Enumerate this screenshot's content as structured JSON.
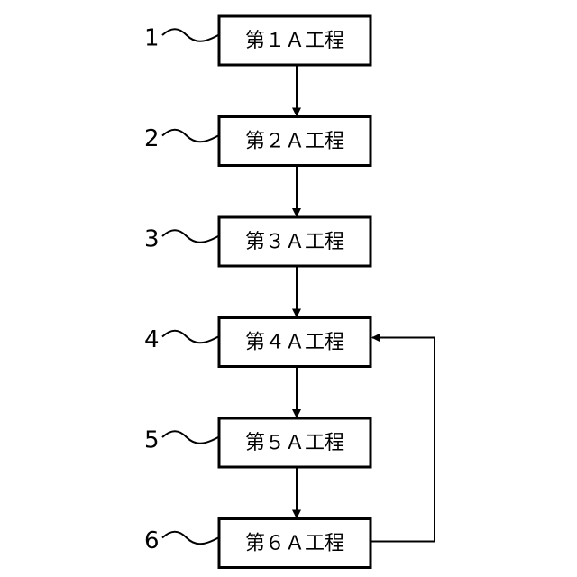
{
  "steps": [
    {
      "ref": "1",
      "label": "第１Ａ工程"
    },
    {
      "ref": "2",
      "label": "第２Ａ工程"
    },
    {
      "ref": "3",
      "label": "第３Ａ工程"
    },
    {
      "ref": "4",
      "label": "第４Ａ工程"
    },
    {
      "ref": "5",
      "label": "第５Ａ工程"
    },
    {
      "ref": "6",
      "label": "第６Ａ工程"
    }
  ],
  "connections": [
    {
      "from": 0,
      "to": 1
    },
    {
      "from": 1,
      "to": 2
    },
    {
      "from": 2,
      "to": 3
    },
    {
      "from": 3,
      "to": 4
    },
    {
      "from": 4,
      "to": 5
    }
  ],
  "loop_back": {
    "from": 5,
    "to": 3
  },
  "colors": {
    "stroke": "#000000",
    "background": "#ffffff"
  }
}
